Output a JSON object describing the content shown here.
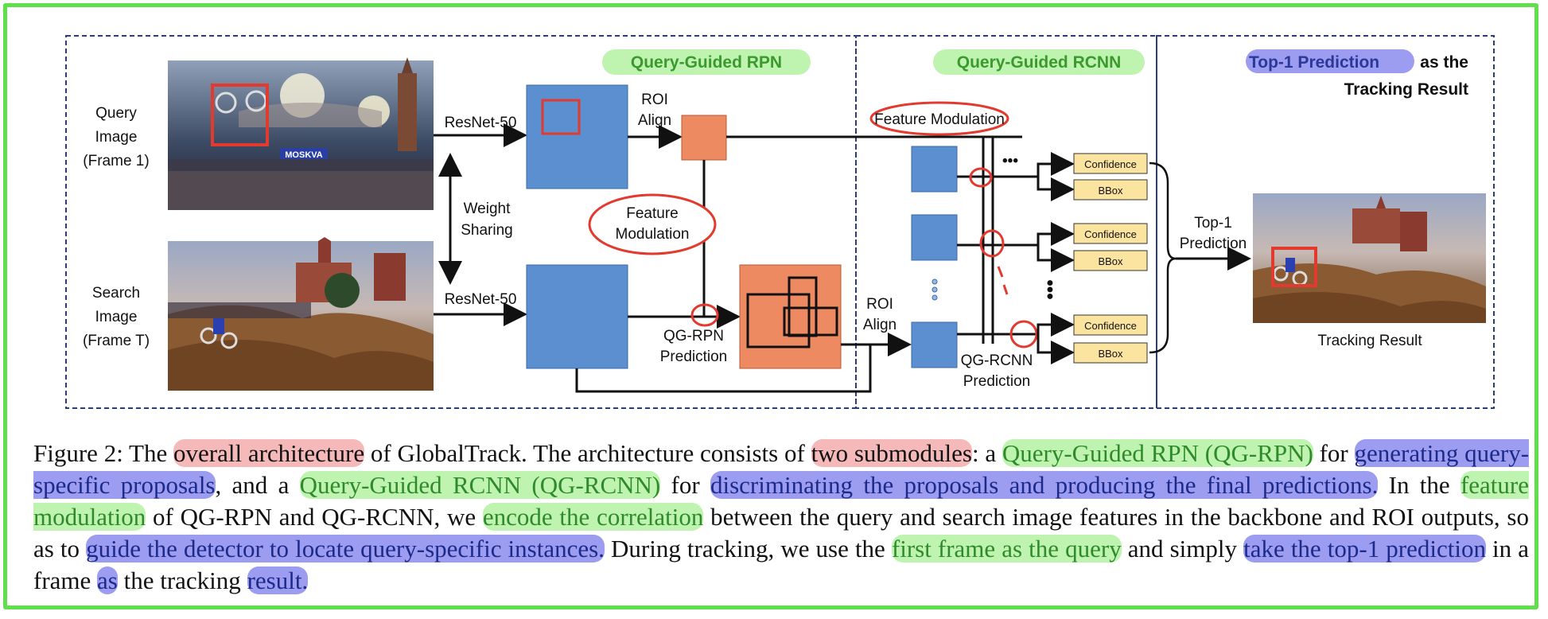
{
  "colors": {
    "frame": "#5fe04a",
    "feature_box": "#5b8fd0",
    "roi_box": "#ee8a62",
    "output_box": "#fbe3a0",
    "red_mark": "#e23a2f",
    "green_hl": "#bff3b0",
    "blue_hl": "#9c9cf0",
    "red_hl": "#f6b9b9"
  },
  "figure": {
    "headers": {
      "qg_rpn": "Query-Guided RPN",
      "qg_rcnn": "Query-Guided RCNN",
      "top1_a": "Top-1 Prediction",
      "top1_b": "as the",
      "top1_c": "Tracking Result"
    },
    "query_label": [
      "Query",
      "Image",
      "(Frame 1)"
    ],
    "search_label": [
      "Search",
      "Image",
      "(Frame T)"
    ],
    "backbone_top": "ResNet-50",
    "backbone_bottom": "ResNet-50",
    "weight_sharing": [
      "Weight",
      "Sharing"
    ],
    "roi_align_1": [
      "ROI",
      "Align"
    ],
    "roi_align_2": [
      "ROI",
      "Align"
    ],
    "feature_mod_rpn": [
      "Feature",
      "Modulation"
    ],
    "feature_mod_rcnn": "Feature Modulation",
    "qgrpn_pred": [
      "QG-RPN",
      "Prediction"
    ],
    "qgrcnn_pred": [
      "QG-RCNN",
      "Prediction"
    ],
    "conf": "Confidence",
    "bbox": "BBox",
    "dots": "•••",
    "top1_pred": [
      "Top-1",
      "Prediction"
    ],
    "tracking_result": "Tracking Result",
    "banner_text": "MOSKVA"
  },
  "caption": {
    "p1": "Figure 2: The ",
    "h1": "overall architecture",
    "p2": " of GlobalTrack. The architecture consists of ",
    "h2": "two submodules",
    "p3": ": a ",
    "h3": "Query-Guided RPN (QG-RPN)",
    "p4": " for ",
    "h4": "generating query-specific proposals",
    "p5": ", and a ",
    "h5": "Query-Guided RCNN (QG-RCNN)",
    "p6": " for ",
    "h6": "discriminating the proposals and producing the final predictions.",
    "p7": " In the ",
    "h7": "feature modulation",
    "p8": " of QG-RPN and QG-RCNN, we ",
    "h8": "encode the correlation",
    "p9": " between the query and search image features in the backbone and ROI outputs, so as to ",
    "h9": "guide the detector to locate query-specific instances.",
    "p10": " During tracking, we use the ",
    "h10": "first frame as the query",
    "p11": " and simply ",
    "h11": "take the top-1 prediction",
    "p12": " in a frame ",
    "h12": "as",
    "p13": " the tracking ",
    "h13": "result."
  }
}
